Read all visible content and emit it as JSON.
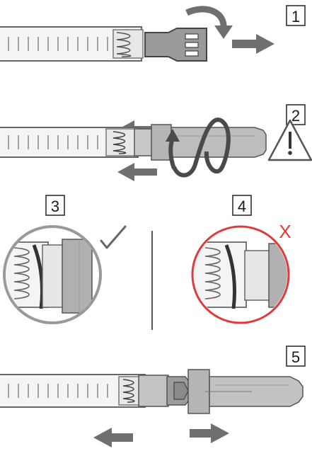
{
  "steps": [
    {
      "number": "1"
    },
    {
      "number": "2"
    },
    {
      "number": "3",
      "mark": "check"
    },
    {
      "number": "4",
      "mark": "X"
    },
    {
      "number": "5"
    }
  ],
  "colors": {
    "line": "#555555",
    "fill": "#a9a9a9",
    "arrow": "#6f6f6f",
    "wrong": "#e03a3a",
    "tube": "#f4f4f4"
  },
  "icons": [
    "arrow-right-icon",
    "curved-arrow-icon",
    "arrow-left-icon",
    "twist-arrow-icon",
    "warning-icon",
    "check-icon"
  ]
}
